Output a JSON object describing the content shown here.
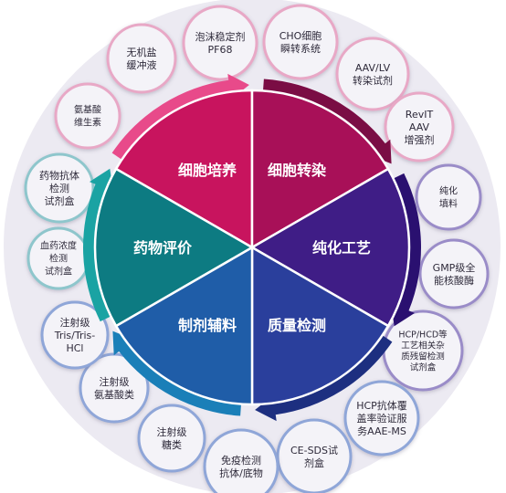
{
  "sectors": [
    {
      "label": "细胞培养",
      "color": "#c8145e",
      "arrow": "#e84a8a"
    },
    {
      "label": "细胞转染",
      "color": "#a81058",
      "arrow": "#7a0d44"
    },
    {
      "label": "纯化工艺",
      "color": "#3f1d86",
      "arrow": "#2a1070"
    },
    {
      "label": "质量检测",
      "color": "#2a3f9c",
      "arrow": "#1d2f80"
    },
    {
      "label": "制剂辅料",
      "color": "#1f5da8",
      "arrow": "#1a7fb8"
    },
    {
      "label": "药物评价",
      "color": "#0d7b82",
      "arrow": "#1aa3a3"
    }
  ],
  "bubbles": [
    {
      "lines": [
        "泡沫稳定剂",
        "PF68"
      ],
      "tone": "pink"
    },
    {
      "lines": [
        "CHO细胞",
        "瞬转系统"
      ],
      "tone": "pink"
    },
    {
      "lines": [
        "AAV/LV",
        "转染试剂"
      ],
      "tone": "pink"
    },
    {
      "lines": [
        "RevIT",
        "AAV",
        "增强剂"
      ],
      "tone": "pink"
    },
    {
      "lines": [
        "纯化",
        "填料"
      ],
      "tone": "purple"
    },
    {
      "lines": [
        "GMP级全",
        "能核酸酶"
      ],
      "tone": "purple"
    },
    {
      "lines": [
        "HCP/HCD等",
        "工艺相关杂",
        "质残留检测",
        "试剂盒"
      ],
      "tone": "purple"
    },
    {
      "lines": [
        "HCP抗体覆",
        "盖率验证服",
        "务AAE-MS"
      ],
      "tone": "blue"
    },
    {
      "lines": [
        "CE-SDS试",
        "剂盒"
      ],
      "tone": "blue"
    },
    {
      "lines": [
        "免疫检测",
        "抗体/底物"
      ],
      "tone": "blue"
    },
    {
      "lines": [
        "注射级",
        "糖类"
      ],
      "tone": "blue"
    },
    {
      "lines": [
        "注射级",
        "氨基酸类"
      ],
      "tone": "blue"
    },
    {
      "lines": [
        "注射级",
        "Tris/Tris-",
        "HCl"
      ],
      "tone": "blue"
    },
    {
      "lines": [
        "血药浓度",
        "检测",
        "试剂盒"
      ],
      "tone": "teal"
    },
    {
      "lines": [
        "药物抗体",
        "检测",
        "试剂盒"
      ],
      "tone": "teal"
    },
    {
      "lines": [
        "氨基酸",
        "维生素"
      ],
      "tone": "pink"
    },
    {
      "lines": [
        "无机盐",
        "缓冲液"
      ],
      "tone": "pink"
    }
  ],
  "colors": {
    "ring": "#eceaf2",
    "bubble_fill": "#f4f3f8",
    "pink": "#e8a8c6",
    "purple": "#9a8cc8",
    "blue": "#8fa6d8",
    "teal": "#8ec6cc"
  }
}
